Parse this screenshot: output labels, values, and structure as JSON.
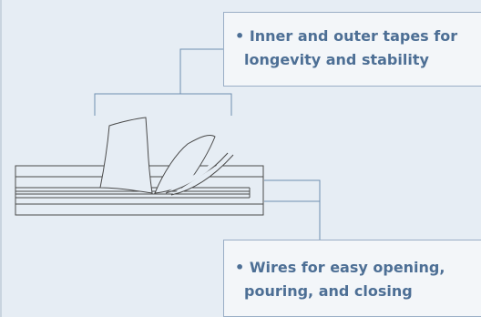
{
  "callouts": {
    "top": {
      "bullet": "•",
      "line1": "Inner and outer tapes for",
      "line2": "longevity and stability"
    },
    "bottom": {
      "bullet": "•",
      "line1": "Wires for easy opening,",
      "line2": "pouring, and closing"
    }
  },
  "colors": {
    "background": "#e6edf4",
    "connector": "#6f8eb0",
    "text": "#4d6f95",
    "drawing": "#4a4a4a"
  }
}
